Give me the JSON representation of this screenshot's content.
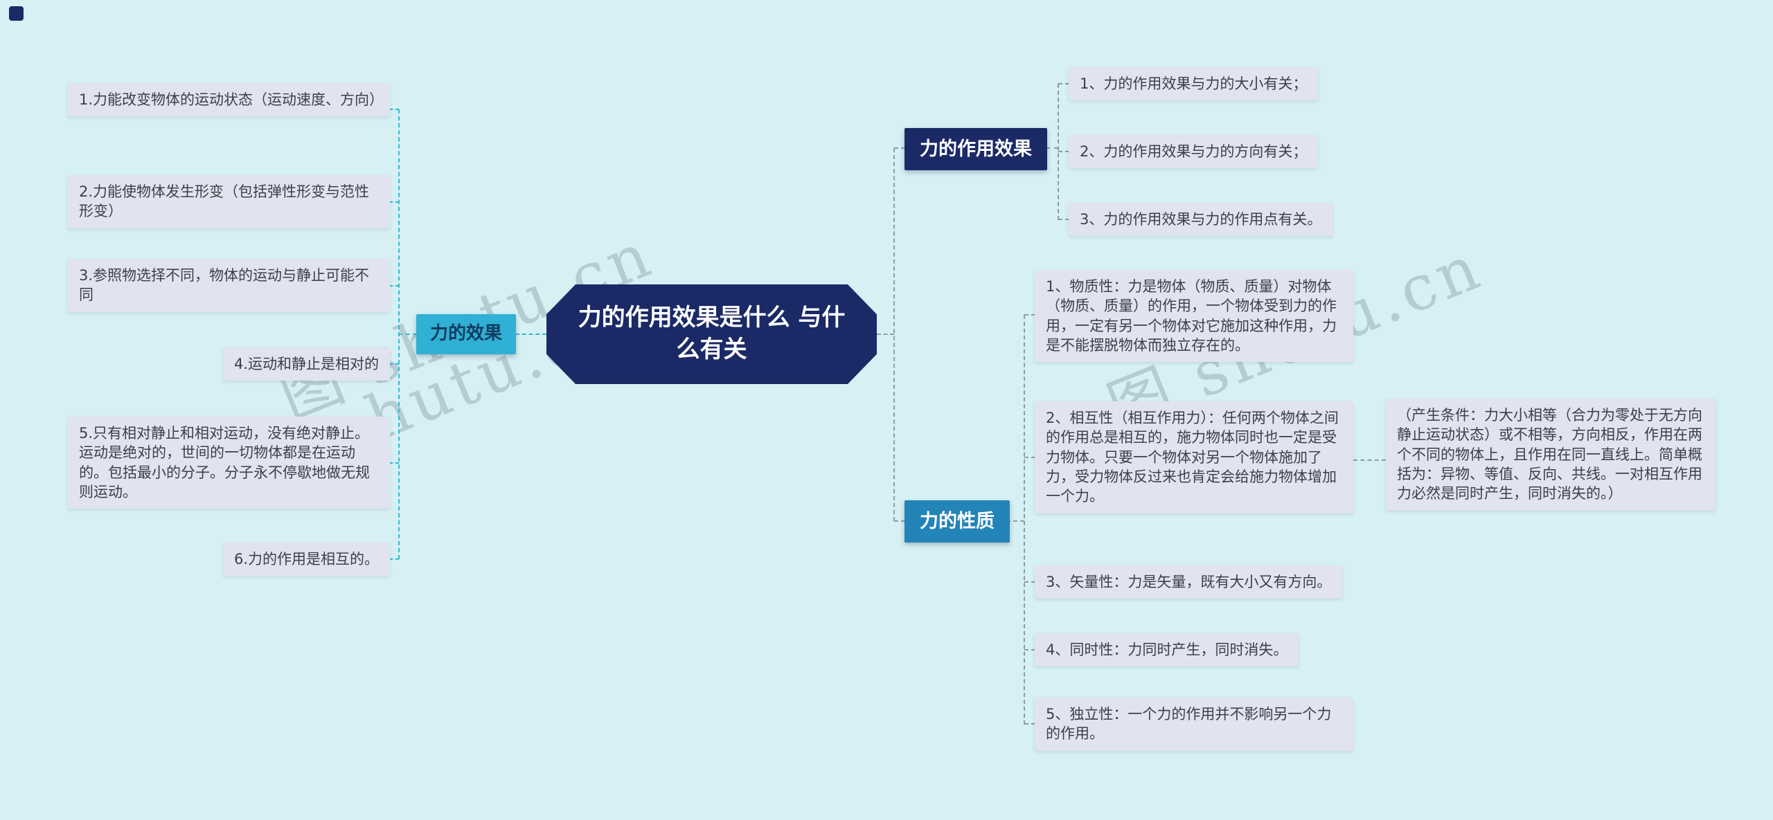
{
  "page": {
    "watermark_text": "图 shutu.cn"
  },
  "center": {
    "title": "力的作用效果是什么 与什么有关"
  },
  "left_branch": {
    "label": "力的效果",
    "items": [
      "1.力能改变物体的运动状态（运动速度、方向）",
      "2.力能使物体发生形变（包括弹性形变与范性形变）",
      "3.参照物选择不同，物体的运动与静止可能不同",
      "4.运动和静止是相对的",
      "5.只有相对静止和相对运动，没有绝对静止。运动是绝对的，世间的一切物体都是在运动的。包括最小的分子。分子永不停歇地做无规则运动。",
      "6.力的作用是相互的。"
    ]
  },
  "right_top_branch": {
    "label": "力的作用效果",
    "items": [
      "1、力的作用效果与力的大小有关；",
      "2、力的作用效果与力的方向有关；",
      "3、力的作用效果与力的作用点有关。"
    ]
  },
  "right_bottom_branch": {
    "label": "力的性质",
    "items": [
      "1、物质性：力是物体（物质、质量）对物体（物质、质量）的作用，一个物体受到力的作用，一定有另一个物体对它施加这种作用，力是不能摆脱物体而独立存在的。",
      "2、相互性（相互作用力）：任何两个物体之间的作用总是相互的，施力物体同时也一定是受力物体。只要一个物体对另一个物体施加了力，受力物体反过来也肯定会给施力物体增加一个力。",
      "3、矢量性：力是矢量，既有大小又有方向。",
      "4、同时性：力同时产生，同时消失。",
      "5、独立性：一个力的作用并不影响另一个力的作用。"
    ],
    "note": "（产生条件：力大小相等（合力为零处于无方向静止运动状态）或不相等，方向相反，作用在两个不同的物体上，且作用在同一直线上。简单概括为：异物、等值、反向、共线。一对相互作用力必然是同时产生，同时消失的。）"
  },
  "colors": {
    "background": "#d6f0f4",
    "topic_node_bg": "#e1e3ee",
    "topic_node_text": "#3a3f4f",
    "center_bg": "#1b2a66",
    "branch_effects_bg": "#2fb0d4",
    "branch_action_bg": "#1b2a66",
    "branch_nature_bg": "#2384b8",
    "connector_left": "#3cb4cb",
    "connector_right": "#8a9aad",
    "watermark": "rgba(105,122,132,0.30)"
  }
}
